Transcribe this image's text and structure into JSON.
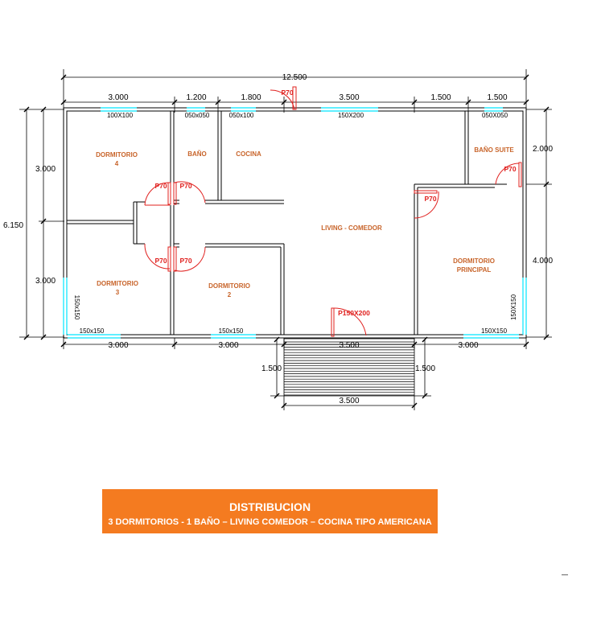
{
  "dimensions": {
    "overall_width": "12.500",
    "top": [
      "3.000",
      "1.200",
      "1.800",
      "3.500",
      "1.500",
      "1.500"
    ],
    "left_total": "6.150",
    "left_upper": "3.000",
    "left_lower": "3.000",
    "right_upper": "2.000",
    "right_lower": "4.000",
    "bottom": [
      "3.000",
      "3.000",
      "3.500",
      "3.000"
    ],
    "terrace_depth_left": "1.500",
    "terrace_depth_right": "1.500",
    "terrace_width": "3.500"
  },
  "windows": {
    "dorm4": "100X100",
    "bano": "050x050",
    "cocina": "050x100",
    "living": "150X200",
    "bano_suite": "050X050",
    "dorm3_side": "150x150",
    "dorm3_bottom": "150x150",
    "dorm2_bottom": "150x150",
    "principal_bottom": "150X150",
    "principal_side": "150X150"
  },
  "rooms": {
    "dorm4": [
      "DORMITORIO",
      "4"
    ],
    "bano": "BAÑO",
    "cocina": "COCINA",
    "bano_suite": "BAÑO SUITE",
    "living": "LIVING - COMEDOR",
    "principal": [
      "DORMITORIO",
      "PRINCIPAL"
    ],
    "dorm3": [
      "DORMITORIO",
      "3"
    ],
    "dorm2": [
      "DORMITORIO",
      "2"
    ]
  },
  "doors": {
    "p70": "P70",
    "main": "P150X200"
  },
  "banner": {
    "title": "DISTRIBUCION",
    "subtitle": "3 DORMITORIOS  - 1 BAÑO – LIVING COMEDOR – COCINA TIPO AMERICANA",
    "color": "#f47b20"
  },
  "colors": {
    "window": "#00e5ff",
    "door": "#e0201e",
    "room_label": "#c8642a"
  }
}
